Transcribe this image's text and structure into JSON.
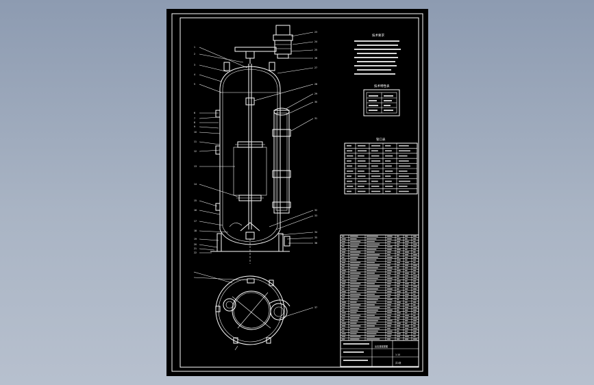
{
  "app": {
    "background_color": "#9aa6b8",
    "sheet_color": "#000000",
    "line_color": "#ffffff"
  },
  "drawing": {
    "balloons_left": [
      "1",
      "2",
      "3",
      "4",
      "5",
      "6",
      "7",
      "8",
      "9",
      "10",
      "11",
      "12",
      "13",
      "14",
      "15",
      "16",
      "17",
      "18",
      "19",
      "20",
      "21",
      "22"
    ],
    "balloons_right": [
      "23",
      "24",
      "25",
      "26",
      "27",
      "28",
      "29",
      "30",
      "31",
      "32",
      "33",
      "34",
      "35",
      "36",
      "37"
    ],
    "notes_title": "技术要求",
    "table_small_title": "技术特性表",
    "table_nozzle_title": "管口表",
    "title_block": {
      "drawing_name": "反应釜装配图",
      "scale": "1:10",
      "sheet": "共1张"
    }
  }
}
